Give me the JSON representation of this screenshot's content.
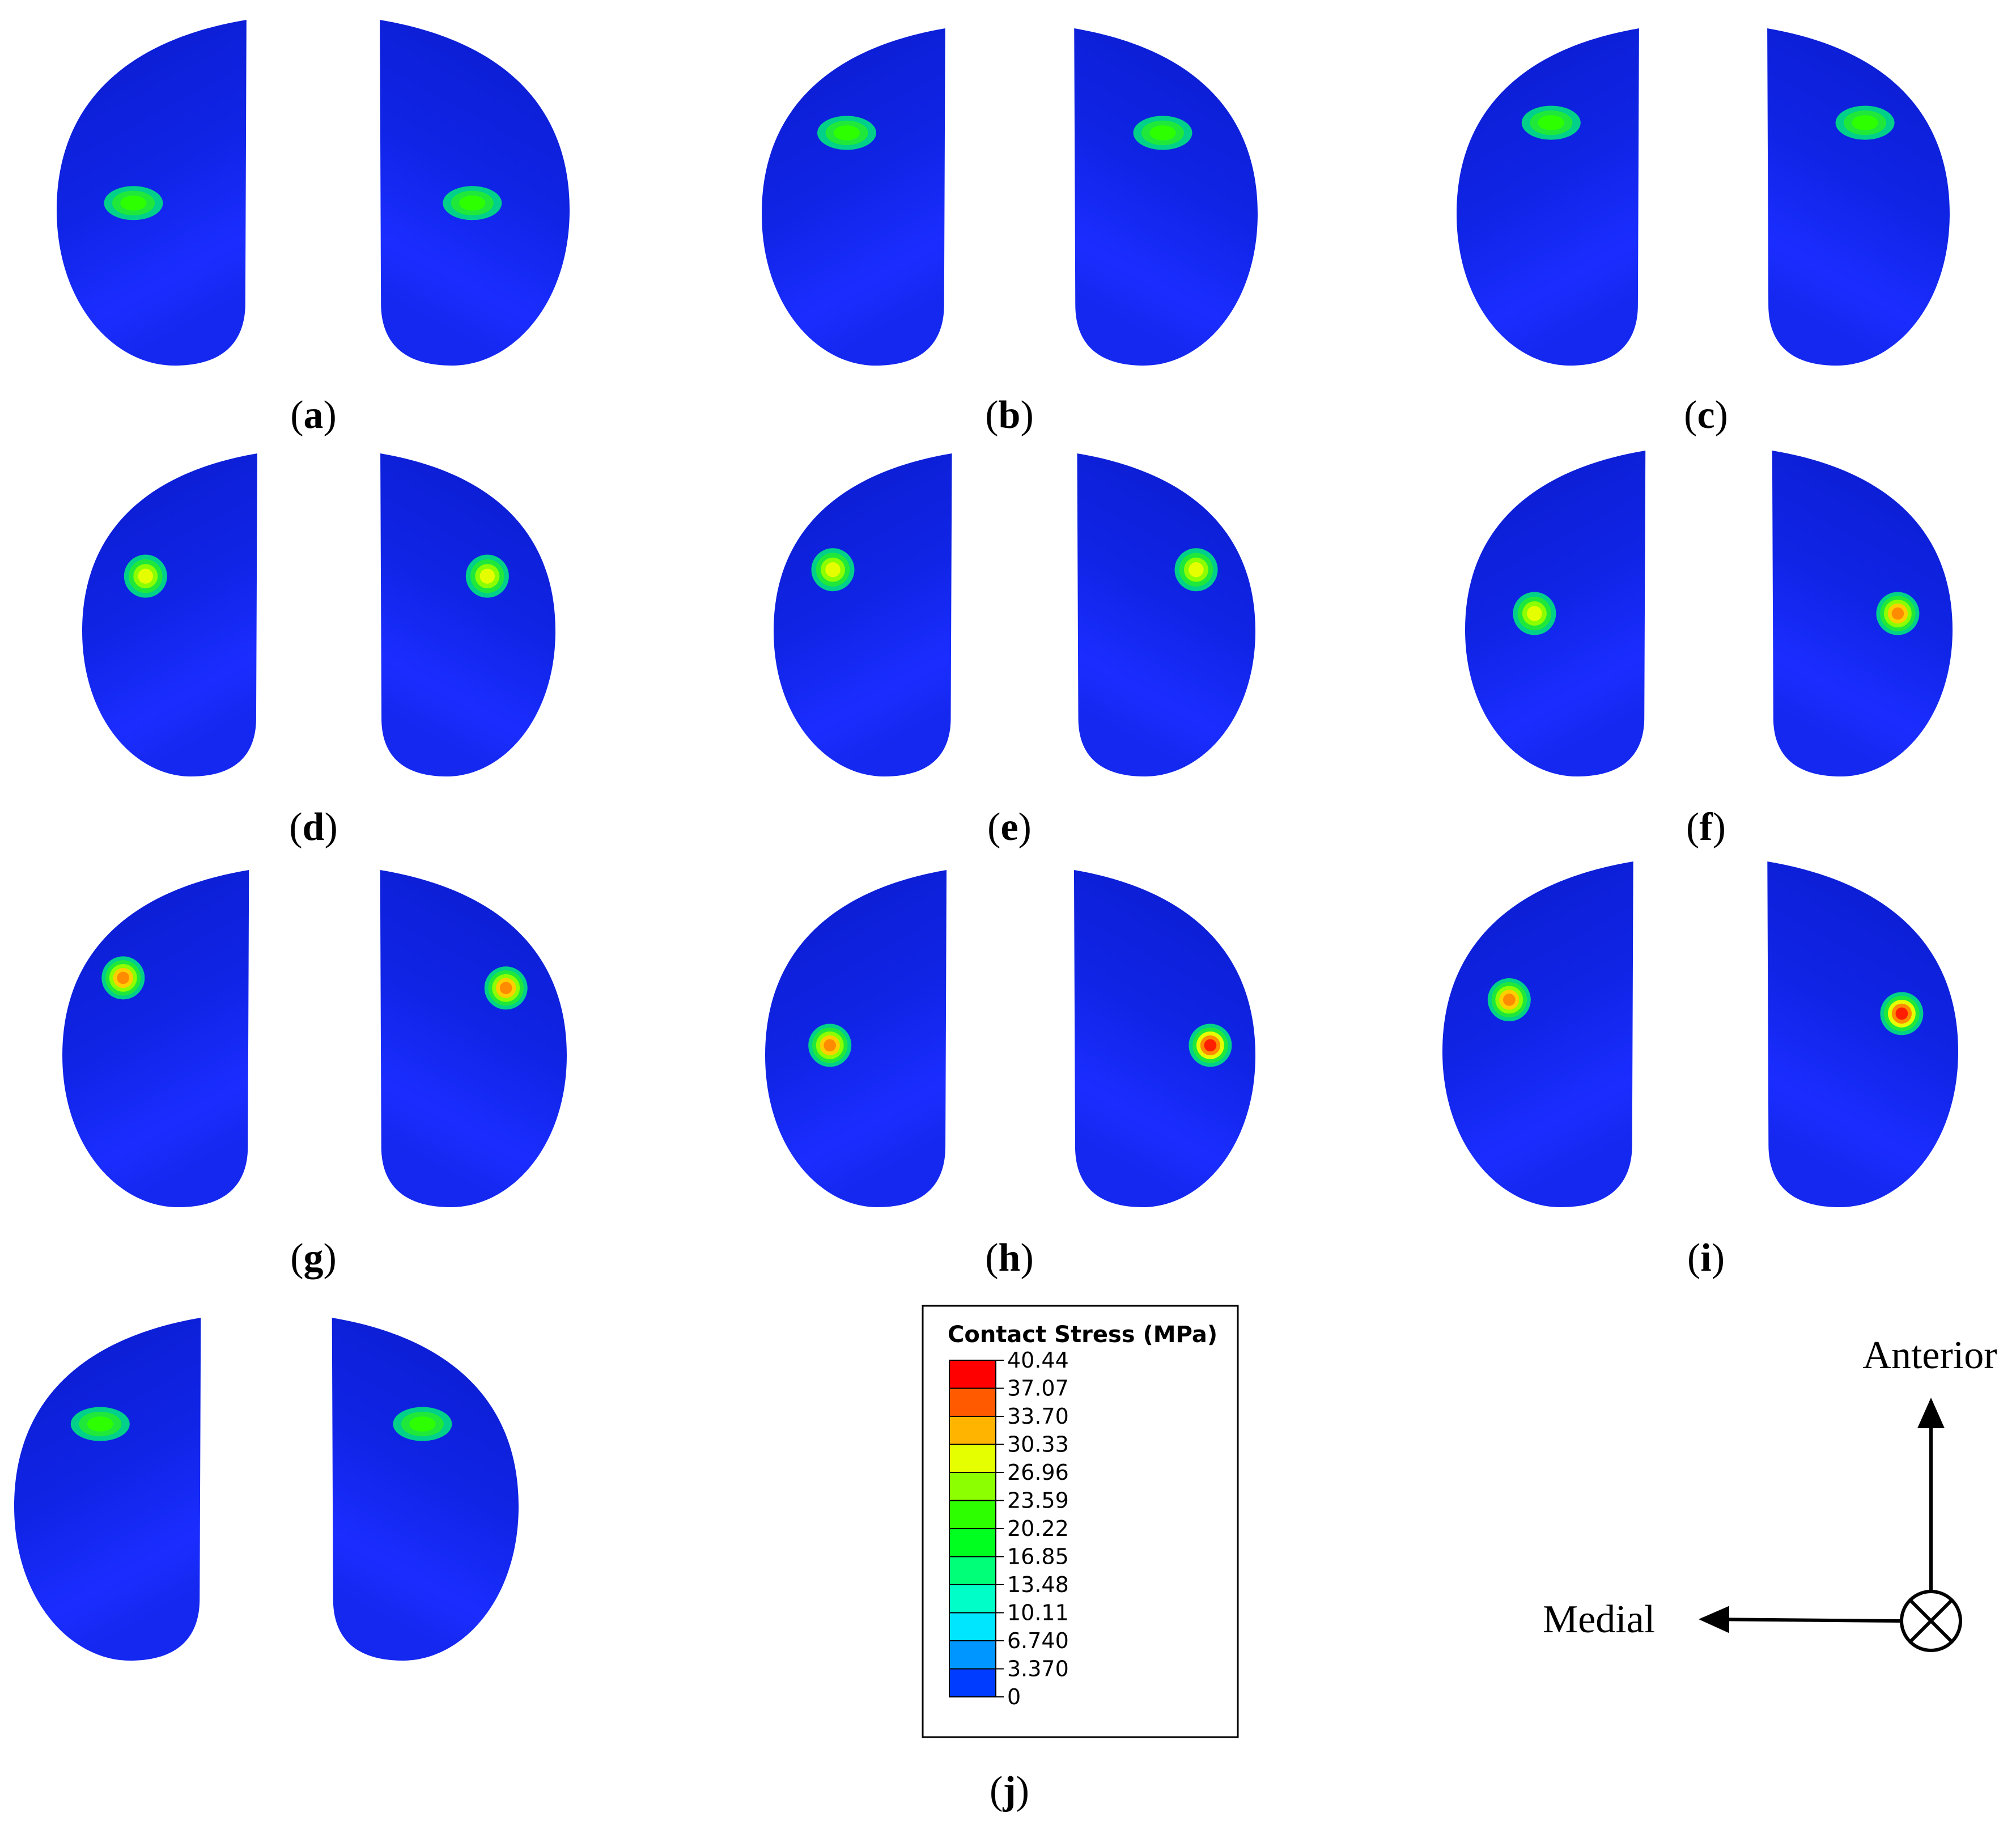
{
  "panels": [
    {
      "id": "a",
      "label": "a",
      "left_spot": {
        "size": "elongated",
        "peak": "green"
      },
      "right_spot": {
        "size": "elongated",
        "peak": "green"
      }
    },
    {
      "id": "b",
      "label": "b",
      "left_spot": {
        "size": "elongated",
        "peak": "green"
      },
      "right_spot": {
        "size": "elongated",
        "peak": "green"
      }
    },
    {
      "id": "c",
      "label": "c",
      "left_spot": {
        "size": "elongated",
        "peak": "green"
      },
      "right_spot": {
        "size": "elongated",
        "peak": "green"
      }
    },
    {
      "id": "d",
      "label": "d",
      "left_spot": {
        "size": "compact",
        "peak": "yellow"
      },
      "right_spot": {
        "size": "compact",
        "peak": "yellow"
      }
    },
    {
      "id": "e",
      "label": "e",
      "left_spot": {
        "size": "compact",
        "peak": "yellow"
      },
      "right_spot": {
        "size": "compact",
        "peak": "yellow"
      }
    },
    {
      "id": "f",
      "label": "f",
      "left_spot": {
        "size": "compact",
        "peak": "yellow"
      },
      "right_spot": {
        "size": "compact",
        "peak": "orange"
      }
    },
    {
      "id": "g",
      "label": "g",
      "left_spot": {
        "size": "compact",
        "peak": "orange"
      },
      "right_spot": {
        "size": "compact",
        "peak": "orange"
      }
    },
    {
      "id": "h",
      "label": "h",
      "left_spot": {
        "size": "compact",
        "peak": "orange"
      },
      "right_spot": {
        "size": "compact",
        "peak": "red"
      }
    },
    {
      "id": "i",
      "label": "i",
      "left_spot": {
        "size": "compact",
        "peak": "orange"
      },
      "right_spot": {
        "size": "compact",
        "peak": "red"
      }
    },
    {
      "id": "j",
      "label": "j",
      "left_spot": {
        "size": "elongated",
        "peak": "green"
      },
      "right_spot": {
        "size": "elongated",
        "peak": "green"
      }
    }
  ],
  "legend": {
    "title": "Contact Stress (MPa)",
    "values": [
      "40.44",
      "37.07",
      "33.70",
      "30.33",
      "26.96",
      "23.59",
      "20.22",
      "16.85",
      "13.48",
      "10.11",
      "6.740",
      "3.370",
      "0"
    ],
    "colors": [
      "#ff0000",
      "#ff5a00",
      "#ffb400",
      "#e6ff00",
      "#8cff00",
      "#2eff00",
      "#00ff1e",
      "#00ff78",
      "#00ffc8",
      "#00e6ff",
      "#0096ff",
      "#003cff",
      "#0000ff"
    ]
  },
  "directions": {
    "up": "Anterior",
    "left": "Medial"
  },
  "colors": {
    "background": "#ffffff",
    "surface_dark": "#0c1ed2",
    "surface_light": "#1a2cff"
  }
}
